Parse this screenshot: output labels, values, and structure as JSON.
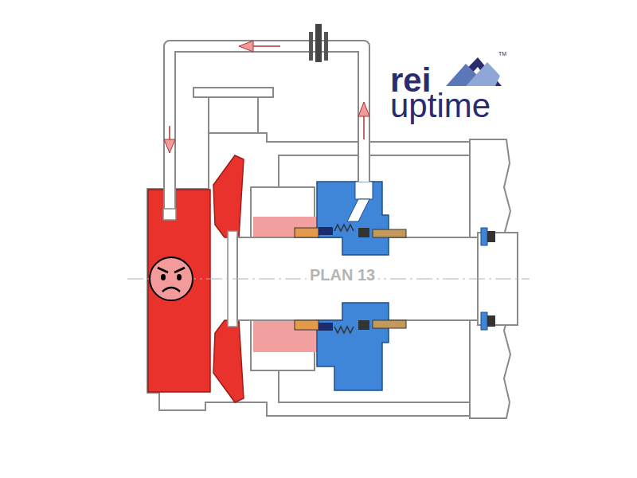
{
  "diagram": {
    "labels": [
      "PLAN 13",
      "rei",
      "uptime",
      "TM"
    ]
  }
}
